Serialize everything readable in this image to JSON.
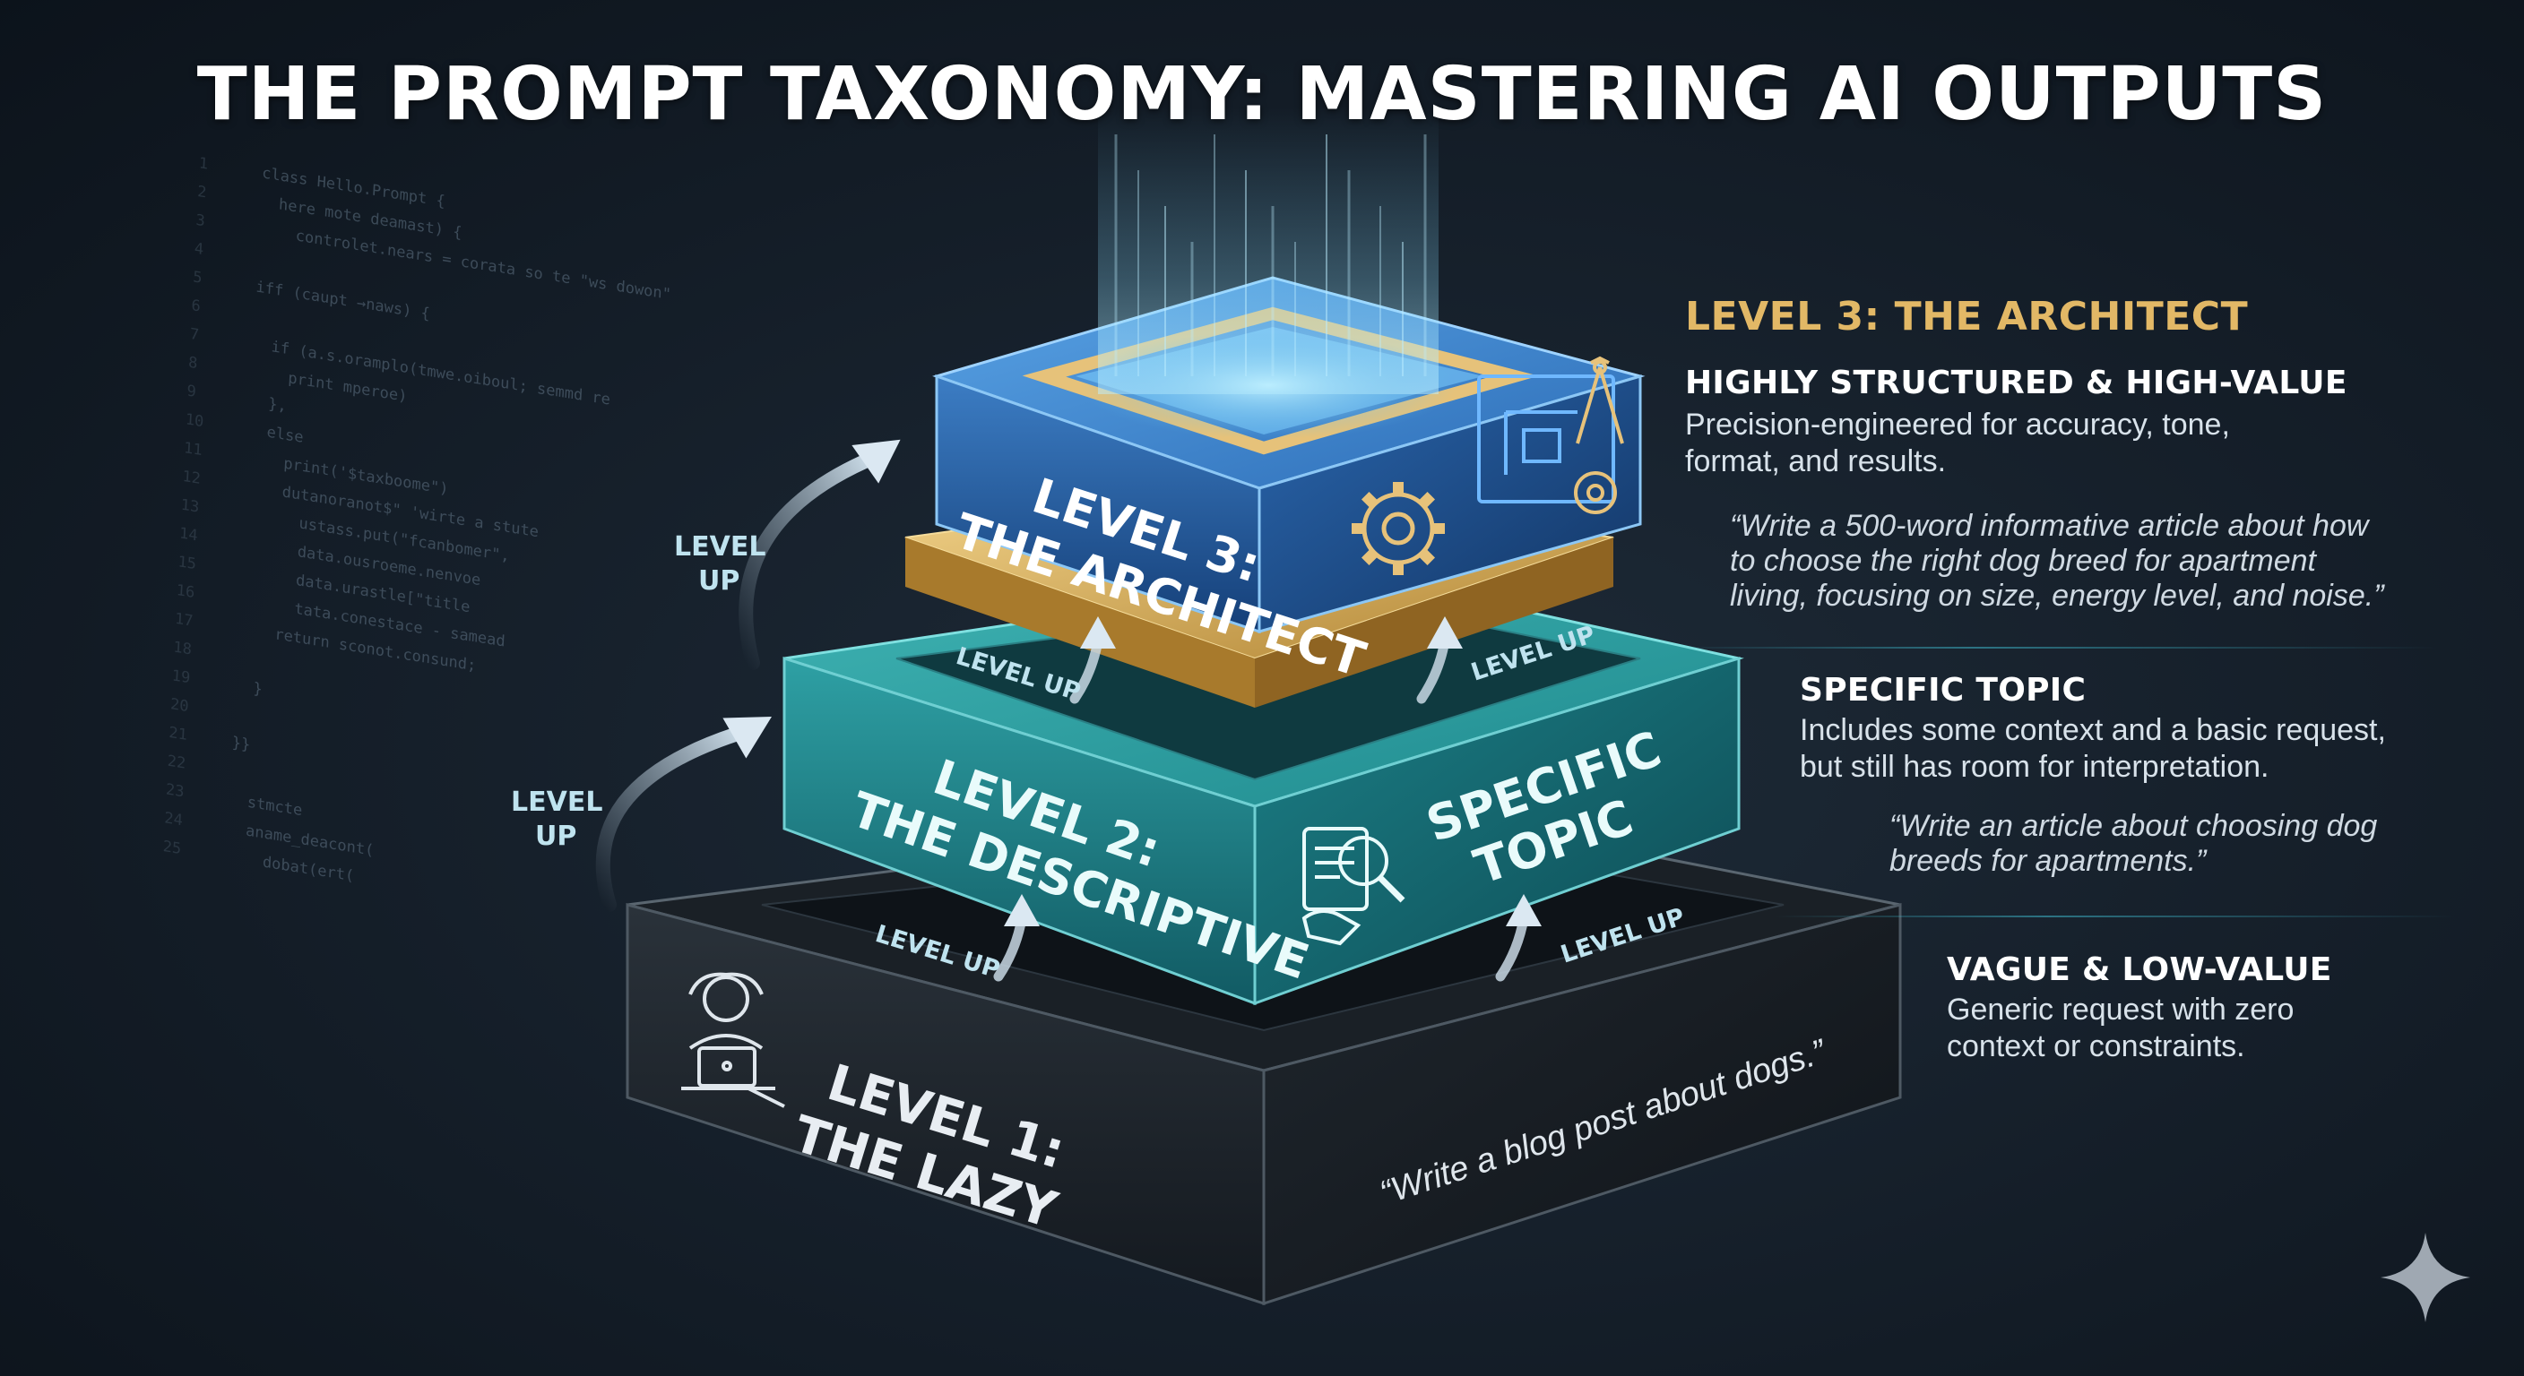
{
  "title": "THE PROMPT TAXONOMY: MASTERING AI OUTPUTS",
  "colors": {
    "level1": "#232a31",
    "level2": "#1c7f86",
    "level3": "#1f5ea3",
    "gold": "#d9ae5c",
    "accent": "#7fd3e6"
  },
  "pyramid": {
    "level1": {
      "line1": "LEVEL 1:",
      "line2": "THE LAZY",
      "quote": "“Write a blog post about dogs.”",
      "icon": "person-laptop-icon"
    },
    "level2": {
      "line1": "LEVEL 2:",
      "line2": "THE DESCRIPTIVE",
      "side1": "SPECIFIC",
      "side2": "TOPIC",
      "icon": "magnifier-document-icon"
    },
    "level3": {
      "line1": "LEVEL 3:",
      "line2": "THE ARCHITECT",
      "icon": "blueprint-gear-icon"
    },
    "level_up": "LEVEL UP",
    "level_up_split": {
      "a": "LEVEL",
      "b": "UP"
    }
  },
  "panels": {
    "level3": {
      "heading": "LEVEL 3: THE ARCHITECT",
      "sub": "HIGHLY STRUCTURED & HIGH-VALUE",
      "desc1": "Precision-engineered for accuracy, tone,",
      "desc2": "format, and results.",
      "quote1": "“Write a 500-word informative article about how",
      "quote2": "to choose the right dog breed for apartment",
      "quote3": "living, focusing on size, energy level, and noise.”"
    },
    "level2": {
      "sub": "SPECIFIC TOPIC",
      "desc1": "Includes some context and a basic request,",
      "desc2": "but still has room for interpretation.",
      "quote1": "“Write an article about choosing dog",
      "quote2": "breeds for apartments.”"
    },
    "level1": {
      "sub": "VAGUE & LOW-VALUE",
      "desc1": "Generic request with zero",
      "desc2": "context or constraints."
    }
  },
  "background_code": [
    "  class Hello.Prompt {",
    "    here mote deamast) {",
    "      controlet.nears = corata so te \"ws dowon\"",
    "",
    "  iff (caupt →naws) {",
    "",
    "    if (a.s.oramplo(tmwe.oiboul; semmd re",
    "      print mperoe)",
    "    },",
    "    else",
    "      print('$taxboome\")",
    "      dutanoranot$\" 'wirte a stute",
    "        ustass.put(\"fcanbomer\",",
    "        data.ousroeme.nenvoe",
    "        data.urastle[\"title",
    "        tata.conestace - samead",
    "      return sconot.consund;",
    "",
    "    }",
    "",
    "  }}",
    "",
    "    stmcte",
    "    aname_deacont(",
    "      dobat(ert("
  ]
}
